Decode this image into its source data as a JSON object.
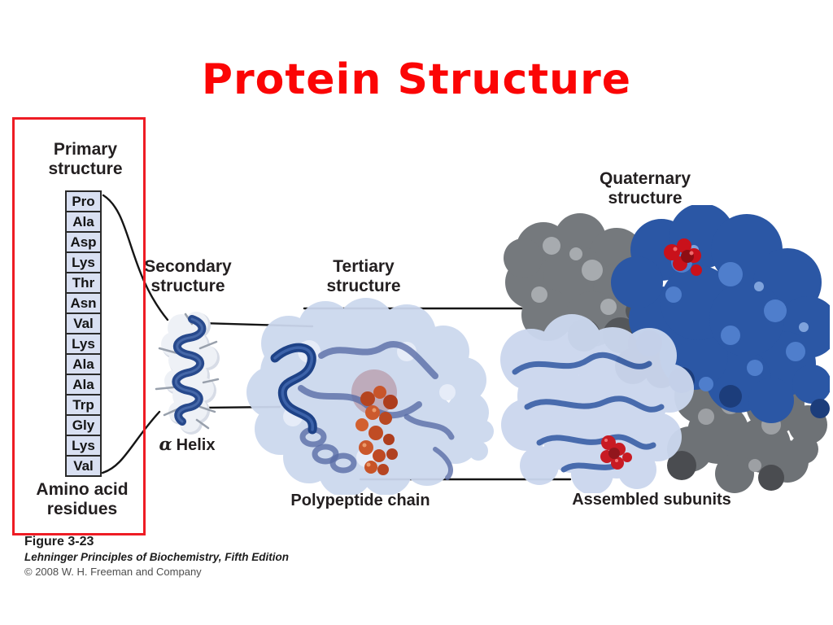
{
  "slide": {
    "title": "Protein Structure",
    "title_color": "#fb0505",
    "background_color": "#ffffff"
  },
  "figure": {
    "highlight_box_color": "#ee1c24",
    "primary": {
      "label": "Primary structure",
      "residues": [
        "Pro",
        "Ala",
        "Asp",
        "Lys",
        "Thr",
        "Asn",
        "Val",
        "Lys",
        "Ala",
        "Ala",
        "Trp",
        "Gly",
        "Lys",
        "Val"
      ],
      "footer": "Amino acid residues",
      "cell_fill": "#d9e0f2"
    },
    "secondary": {
      "label": "Secondary structure",
      "alpha": "α",
      "helix": "Helix"
    },
    "tertiary": {
      "label": "Tertiary structure",
      "caption": "Polypeptide chain"
    },
    "quaternary": {
      "label": "Quaternary structure",
      "caption": "Assembled subunits"
    },
    "colors": {
      "ribbon_blue": "#27498c",
      "surface_blue": "#ccd8ee",
      "subunit_blue": "#2b57a5",
      "subunit_gray": "#75797d",
      "heme_red": "#c9111b",
      "heme_orange": "#c8552a"
    },
    "credits": {
      "figure_number": "Figure 3-23",
      "source": "Lehninger Principles of Biochemistry, Fifth Edition",
      "copyright": "© 2008 W. H. Freeman and Company"
    }
  }
}
